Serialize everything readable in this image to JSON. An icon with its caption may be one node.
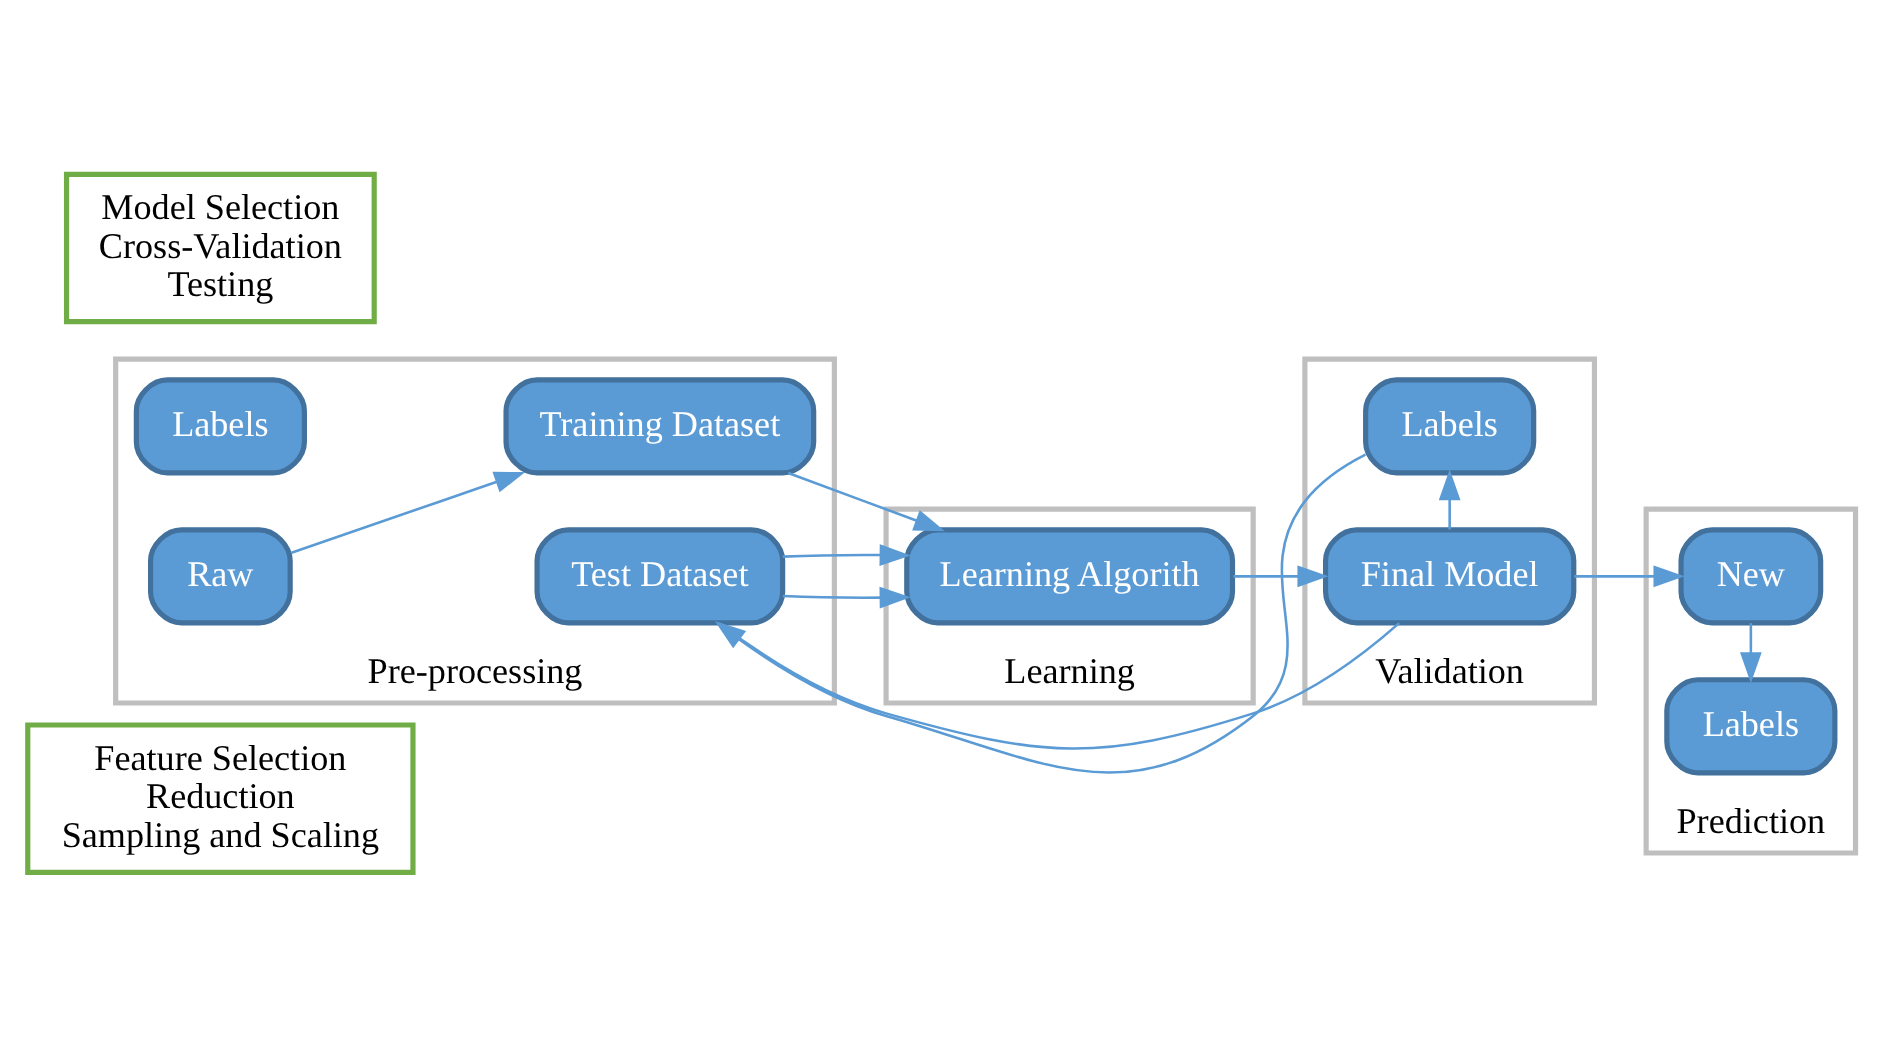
{
  "diagram": {
    "nodes": [
      {
        "text": [
          "Feature Selection",
          "Reduction",
          "Sampling and Scaling"
        ]
      },
      {
        "text": [
          "Pre-processing"
        ]
      },
      {
        "text": [
          "Labels"
        ],
        "in": 1
      },
      {
        "text": [
          "Raw"
        ],
        "in": 1
      },
      {
        "text": [
          "Training Dataset"
        ],
        "in": 1
      },
      {
        "text": [
          "Test Dataset"
        ],
        "in": 1
      },
      {
        "text": [
          "Learning"
        ]
      },
      {
        "text": [
          "Learning Algorith"
        ],
        "in": 6
      },
      {
        "text": [
          "Validation"
        ]
      },
      {
        "text": [
          "Labels"
        ],
        "in": 8
      },
      {
        "text": [
          "Final Model"
        ],
        "in": 8
      },
      {
        "text": [
          "Prediction"
        ]
      },
      {
        "text": [
          "New"
        ],
        "in": 11
      },
      {
        "text": [
          "Labels"
        ],
        "in": 11
      },
      {
        "text": [
          "Model Selection",
          "Cross-Validation",
          "Testing"
        ]
      }
    ],
    "edges": [
      {
        "from": 3,
        "to": 4,
        "arrow": "to"
      },
      {
        "from": 4,
        "to": 7,
        "arrow": "to"
      },
      {
        "from": 5,
        "to": 7,
        "arrow": "to"
      },
      {
        "from": 5,
        "to": 7,
        "arrow": "to"
      },
      {
        "from": 7,
        "to": 10,
        "arrow": "to"
      },
      {
        "from": 10,
        "to": 9,
        "arrow": "to"
      },
      {
        "from": 5,
        "to": 10,
        "arrow": "none"
      },
      {
        "from": 9,
        "to": 5,
        "arrow": "to"
      },
      {
        "from": 10,
        "to": 12,
        "arrow": "to"
      },
      {
        "from": 12,
        "to": 13,
        "arrow": "to"
      }
    ]
  }
}
